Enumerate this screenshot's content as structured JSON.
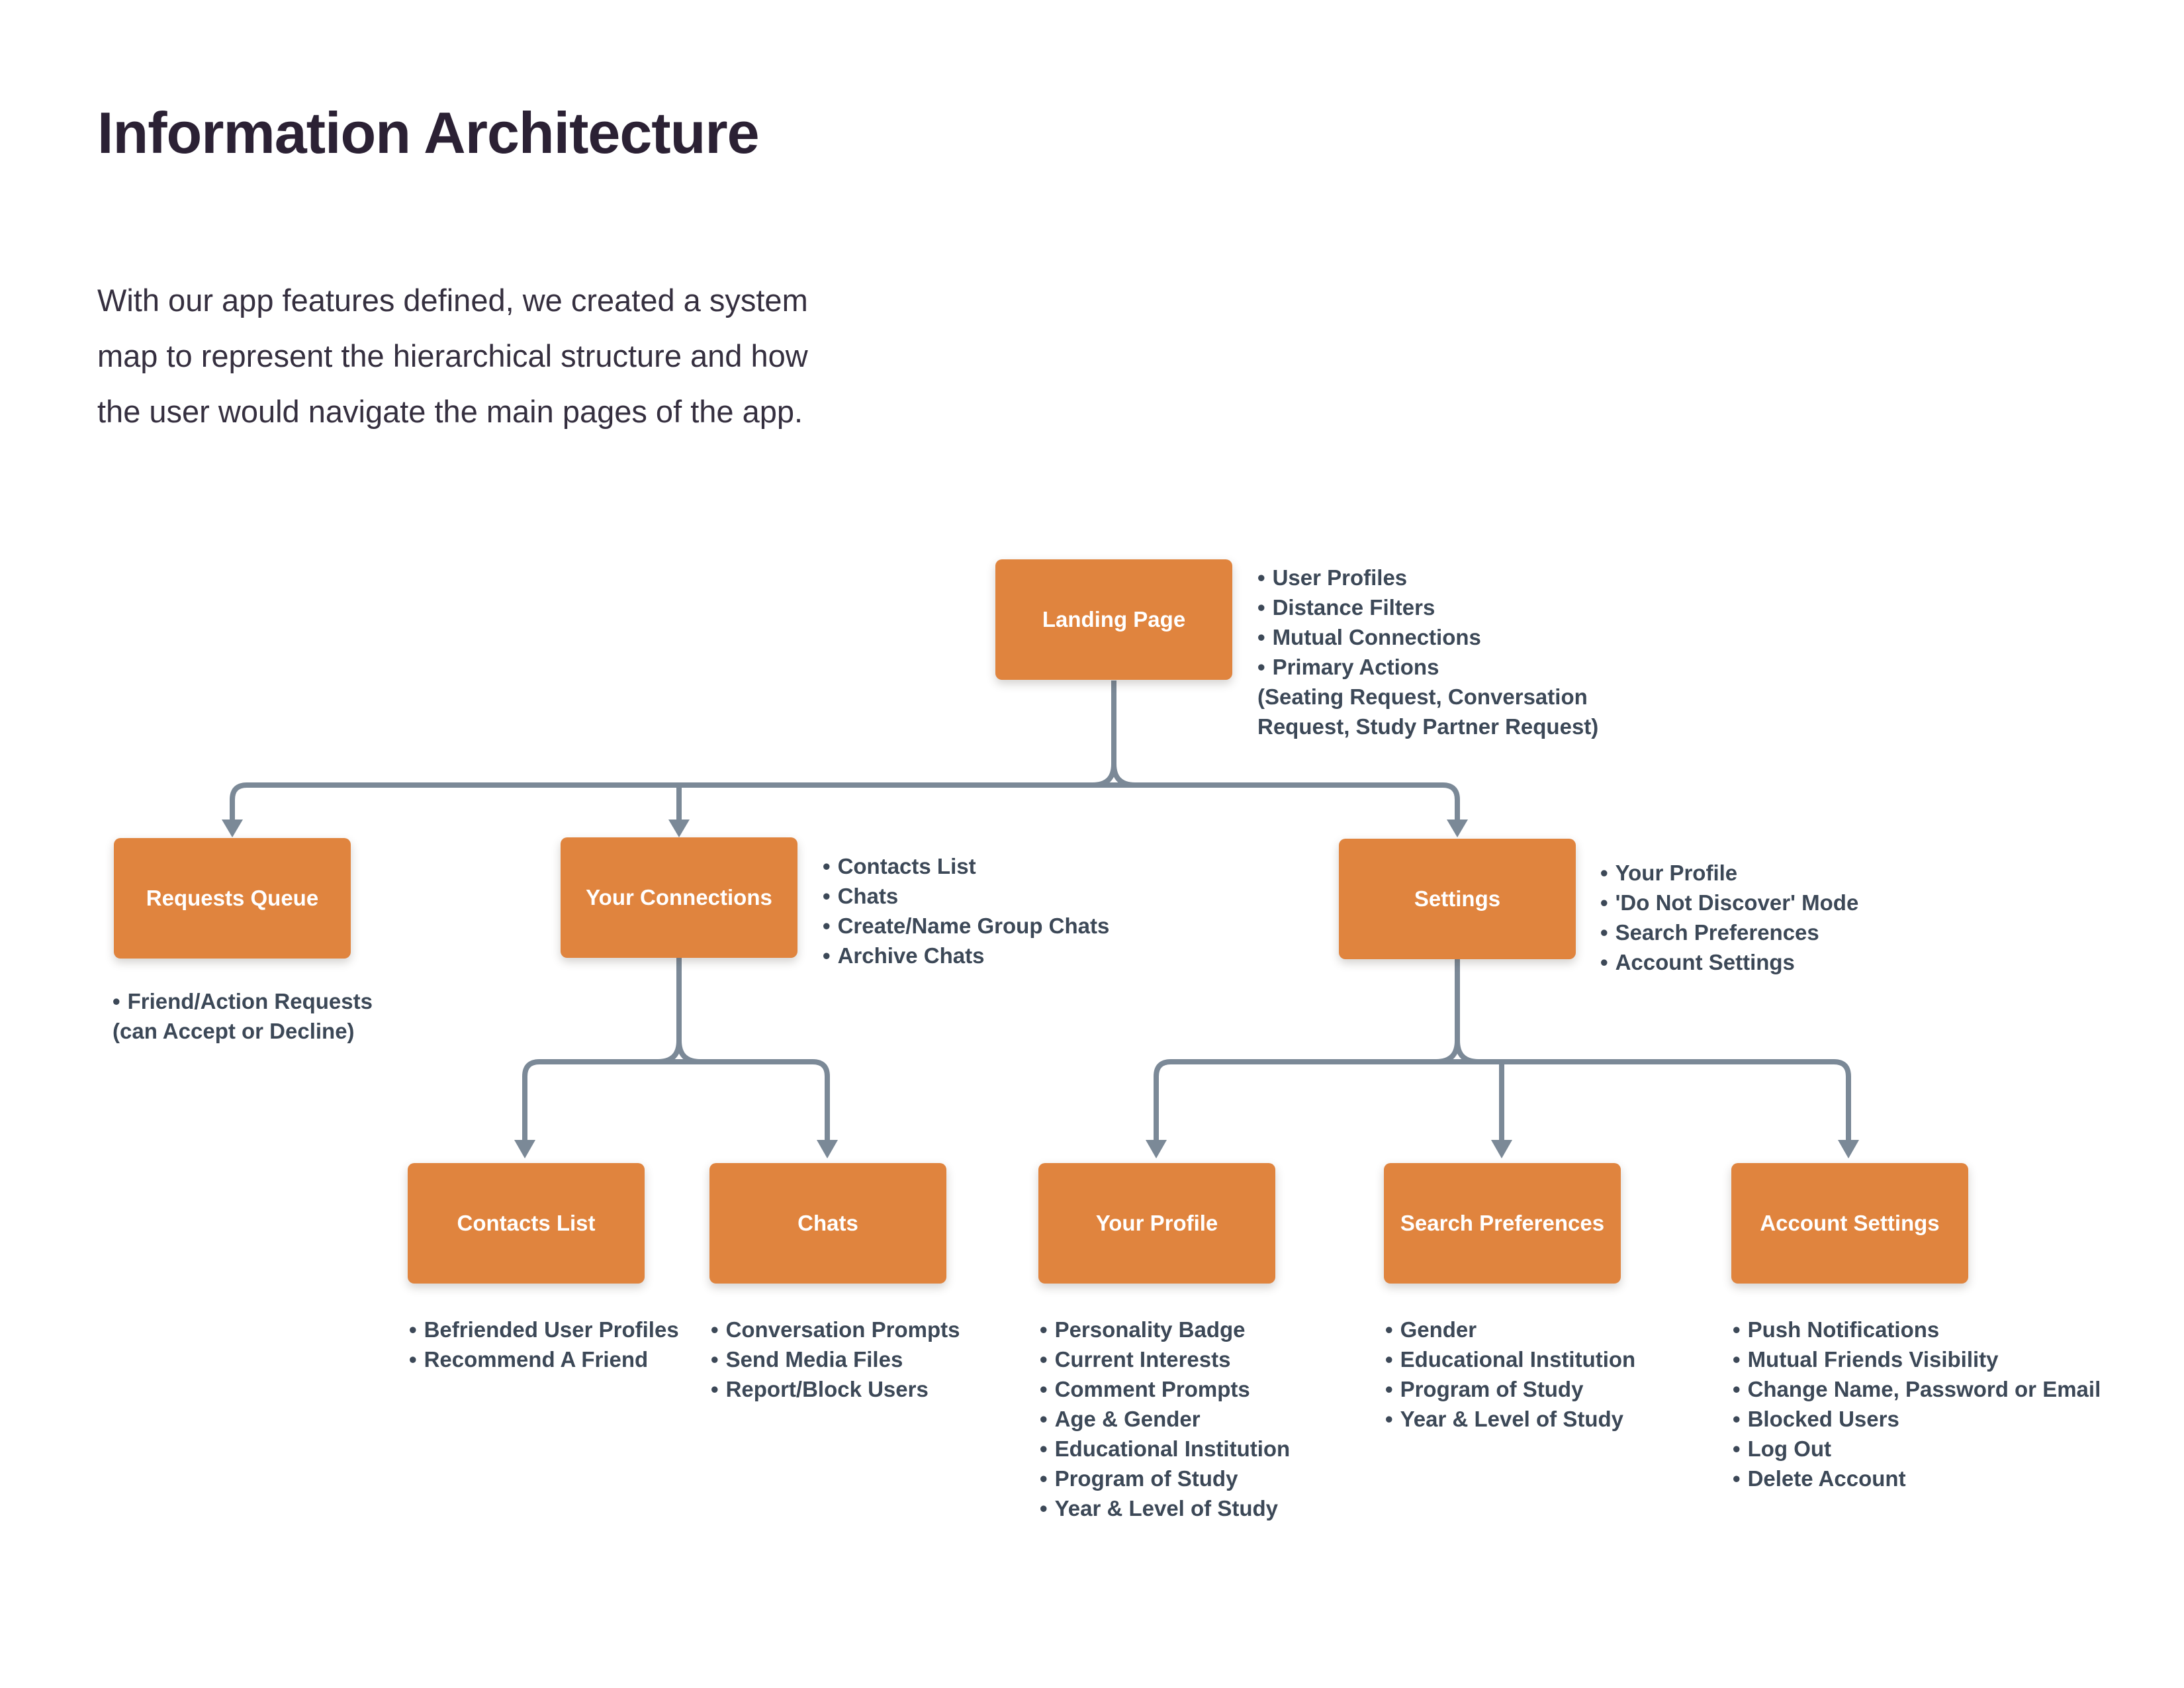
{
  "header": {
    "title": "Information Architecture",
    "intro": "With our app features defined, we created a system\nmap to represent the hierarchical structure and how\nthe user would navigate the main pages of the app."
  },
  "colors": {
    "accent_orange": "#E0843E",
    "connector_gray": "#7B8997",
    "heading_color": "#2B2134",
    "body_color": "#352F3F",
    "bullet_color": "#3C4857"
  },
  "nodes": {
    "landing": {
      "label": "Landing Page",
      "bullets": [
        "User Profiles",
        "Distance Filters",
        "Mutual Connections",
        "Primary Actions"
      ],
      "note": "(Seating Request, Conversation\nRequest, Study Partner Request)"
    },
    "requests_queue": {
      "label": "Requests Queue",
      "bullets": [
        "Friend/Action Requests"
      ],
      "note": "(can Accept or Decline)"
    },
    "your_connections": {
      "label": "Your Connections",
      "bullets": [
        "Contacts List",
        "Chats",
        "Create/Name Group Chats",
        "Archive Chats"
      ]
    },
    "settings": {
      "label": "Settings",
      "bullets": [
        "Your Profile",
        "'Do Not Discover' Mode",
        "Search Preferences",
        "Account Settings"
      ]
    },
    "contacts_list": {
      "label": "Contacts List",
      "bullets": [
        "Befriended User Profiles",
        "Recommend A Friend"
      ]
    },
    "chats": {
      "label": "Chats",
      "bullets": [
        "Conversation Prompts",
        "Send Media Files",
        "Report/Block Users"
      ]
    },
    "your_profile": {
      "label": "Your Profile",
      "bullets": [
        "Personality Badge",
        "Current Interests",
        "Comment Prompts",
        "Age & Gender",
        "Educational Institution",
        "Program of Study",
        "Year & Level of Study"
      ]
    },
    "search_preferences": {
      "label": "Search Preferences",
      "bullets": [
        "Gender",
        "Educational Institution",
        "Program of Study",
        "Year & Level of Study"
      ]
    },
    "account_settings": {
      "label": "Account Settings",
      "bullets": [
        "Push Notifications",
        "Mutual Friends Visibility",
        "Change Name, Password or Email",
        "Blocked Users",
        "Log Out",
        "Delete Account"
      ]
    }
  }
}
